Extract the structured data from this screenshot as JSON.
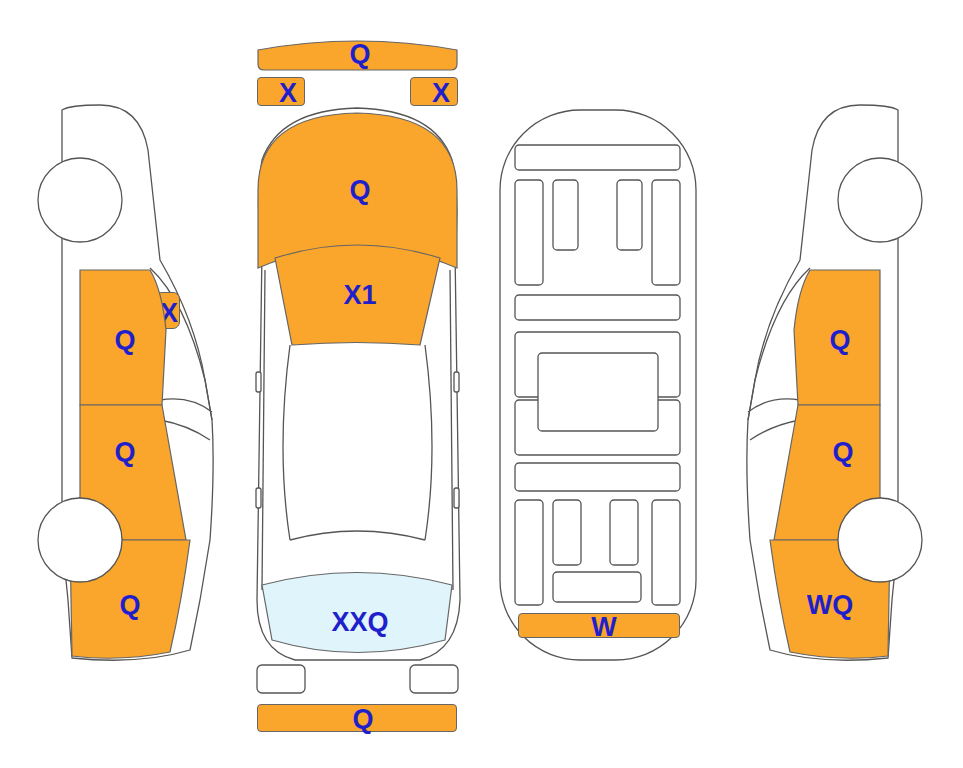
{
  "diagram": {
    "nodes": [
      {
        "text": [
          "Q"
        ]
      },
      {
        "text": [
          "X"
        ]
      },
      {
        "text": [
          "X"
        ]
      },
      {
        "text": [
          "Q"
        ]
      },
      {
        "text": [
          "X1"
        ]
      },
      {
        "text": [
          "X"
        ]
      },
      {
        "text": [
          "Q"
        ]
      },
      {
        "text": [
          "Q"
        ]
      },
      {
        "text": [
          "Q"
        ]
      },
      {
        "text": [
          "XXQ"
        ]
      },
      {
        "text": [
          "Q"
        ]
      },
      {
        "text": [
          "W"
        ]
      },
      {
        "text": [
          "Q"
        ]
      },
      {
        "text": [
          "Q"
        ]
      },
      {
        "text": [
          "WQ"
        ]
      }
    ]
  }
}
